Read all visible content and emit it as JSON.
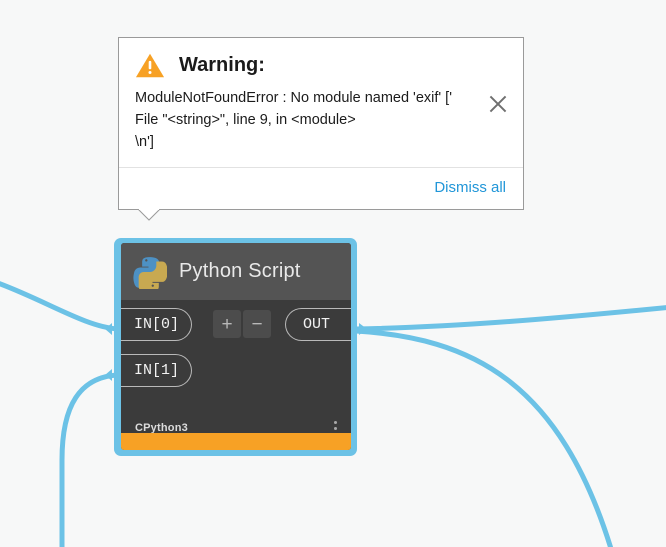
{
  "canvas": {
    "background_color": "#f7f8f8",
    "wire_color": "#6cc2e6"
  },
  "warning_dialog": {
    "icon": "warning-triangle-icon",
    "title": "Warning:",
    "message": "ModuleNotFoundError : No module named 'exif' ['  File \"<string>\", line 9, in <module>\n\\n']",
    "close_icon": "close-icon",
    "dismiss_label": "Dismiss all",
    "link_color": "#2196d8",
    "icon_color": "#f7a125"
  },
  "node": {
    "title": "Python Script",
    "logo": "python-logo-icon",
    "selected": true,
    "selection_color": "#6cc2e6",
    "header_color": "#545454",
    "body_color": "#3b3b3b",
    "status_color": "#f7a125",
    "inputs": [
      {
        "label": "IN[0]"
      },
      {
        "label": "IN[1]"
      }
    ],
    "outputs": [
      {
        "label": "OUT"
      }
    ],
    "buttons": [
      {
        "name": "add-port-button",
        "label": "+"
      },
      {
        "name": "remove-port-button",
        "label": "−"
      }
    ],
    "engine": "CPython3",
    "menu_icon": "kebab-menu-icon"
  }
}
